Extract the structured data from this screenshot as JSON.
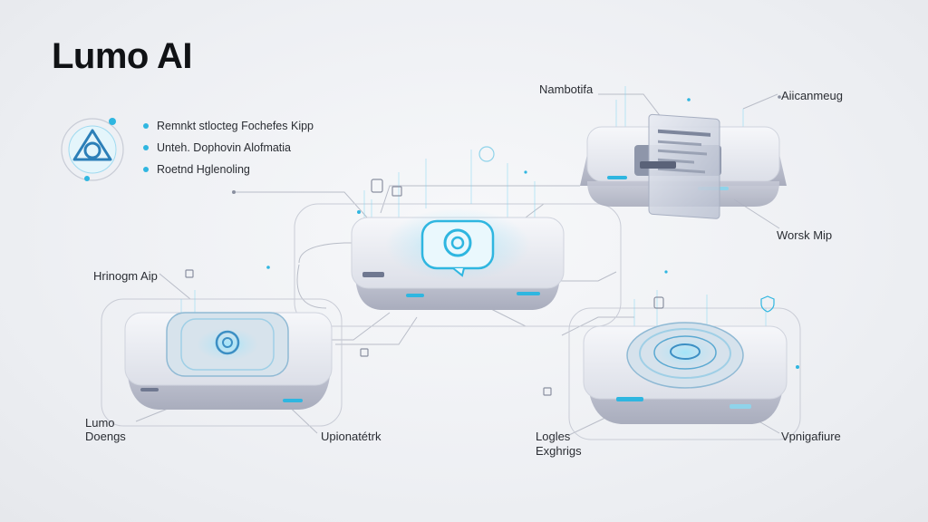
{
  "title": "Lumo AI",
  "legend": [
    {
      "text": "Remnkt stlocteg Fochefes Kipp"
    },
    {
      "text": "Unteh. Dophovin Alofmatia"
    },
    {
      "text": "Roetnd Hglenoling"
    }
  ],
  "labels": {
    "top_center": "Nambotifa",
    "top_right": "Aiicanmeug",
    "right_mid": "Worsk Mip",
    "left_mid": "Hrinogm Aip",
    "bottom_left_1": "Lumo",
    "bottom_left_2": "Doengs",
    "bottom_mid_left": "Upionatétrk",
    "bottom_mid_right_1": "Logles",
    "bottom_mid_right_2": "Exghrigs",
    "bottom_right": "Vpnigafiure"
  },
  "colors": {
    "accent": "#2fb6e0",
    "glow": "#7fd6f2",
    "platform": "#dfe2ea",
    "platform_side": "#b9bdcc"
  },
  "icons": {
    "logo": "lumo-logo-icon",
    "center_core": "ai-chip-core-icon",
    "top_right_node": "server-panel-icon",
    "bottom_left_node": "processing-ring-icon",
    "bottom_right_node": "radar-ring-icon"
  }
}
